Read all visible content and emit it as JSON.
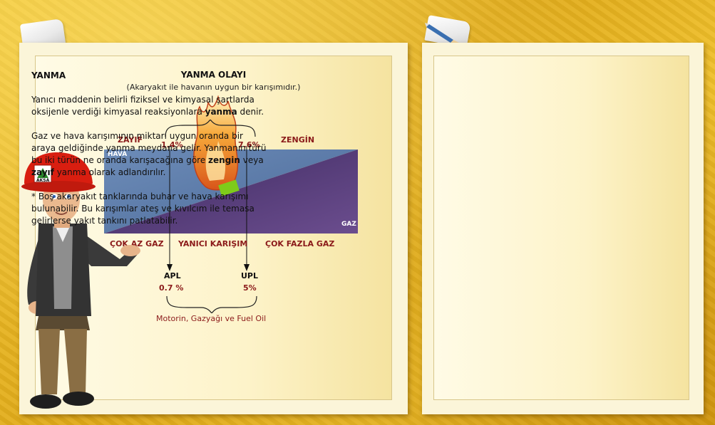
{
  "diagram": {
    "title": "YANMA OLAYI",
    "subtitle": "(Akaryakıt ile havanın uygun bir karışımıdır.)",
    "zayif": "ZAYIF",
    "zengin": "ZENGİN",
    "lower_pct": "1.4%",
    "upper_pct": "7.6%",
    "hava": "HAVA",
    "gaz": "GAZ",
    "cok_az_gaz": "ÇOK AZ GAZ",
    "yanici_karisim": "YANICI KARIŞIM",
    "cok_fazla_gaz": "ÇOK FAZLA GAZ",
    "apl": "APL",
    "apl_value": "0.7 %",
    "upl": "UPL",
    "upl_value": "5%",
    "fuels": "Motorin, Gazyağı ve Fuel Oil"
  },
  "character": {
    "helmet_text": "AKSA"
  },
  "info": {
    "heading": "YANMA",
    "p1_a": "Yanıcı maddenin belirli fiziksel ve kimyasal şartlarda oksijenle verdiği kimyasal reaksiyonlara ",
    "p1_b": "yanma",
    "p1_c": " denir.",
    "p2_a": "Gaz ve hava karışımının miktarı uygun oranda bir araya geldiğinde yanma meydana gelir. Yanmanın türü bu iki türün ne oranda karışacağına göre ",
    "p2_b": "zengin",
    "p2_c": " veya ",
    "p2_d": "zayıf",
    "p2_e": " yanma olarak adlandırılır.",
    "p3": "* Boş akaryakıt tanklarında buhar ve hava karışımı bulunabilir. Bu karışımlar ateş ve kıvılcım ile temasa gelirlerse yakıt tankını patlatabilir."
  },
  "colors": {
    "background": "#e8b520",
    "air": "#5b7aa6",
    "gas": "#5a3f7a",
    "accent_red": "#8b1a1a"
  }
}
